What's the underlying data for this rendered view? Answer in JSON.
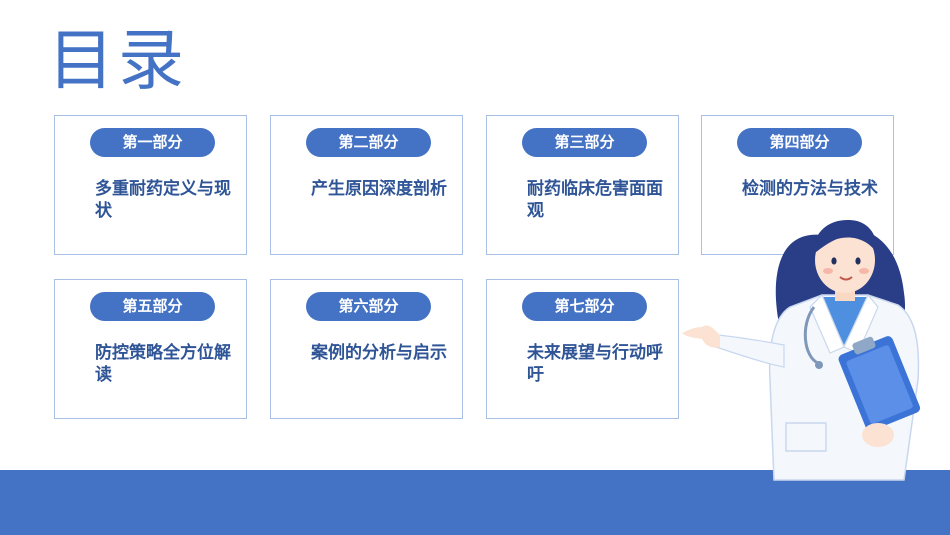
{
  "title": "目录",
  "sections": [
    {
      "label": "第一部分",
      "text": "多重耐药定义与现状"
    },
    {
      "label": "第二部分",
      "text": "产生原因深度剖析"
    },
    {
      "label": "第三部分",
      "text": "耐药临床危害面面观"
    },
    {
      "label": "第四部分",
      "text": "检测的方法与技术"
    },
    {
      "label": "第五部分",
      "text": "防控策略全方位解读"
    },
    {
      "label": "第六部分",
      "text": "案例的分析与启示"
    },
    {
      "label": "第七部分",
      "text": "未来展望与行动呼吁"
    }
  ],
  "colors": {
    "accent": "#4472C4",
    "text": "#2F5597",
    "border": "#A9C0E6"
  }
}
